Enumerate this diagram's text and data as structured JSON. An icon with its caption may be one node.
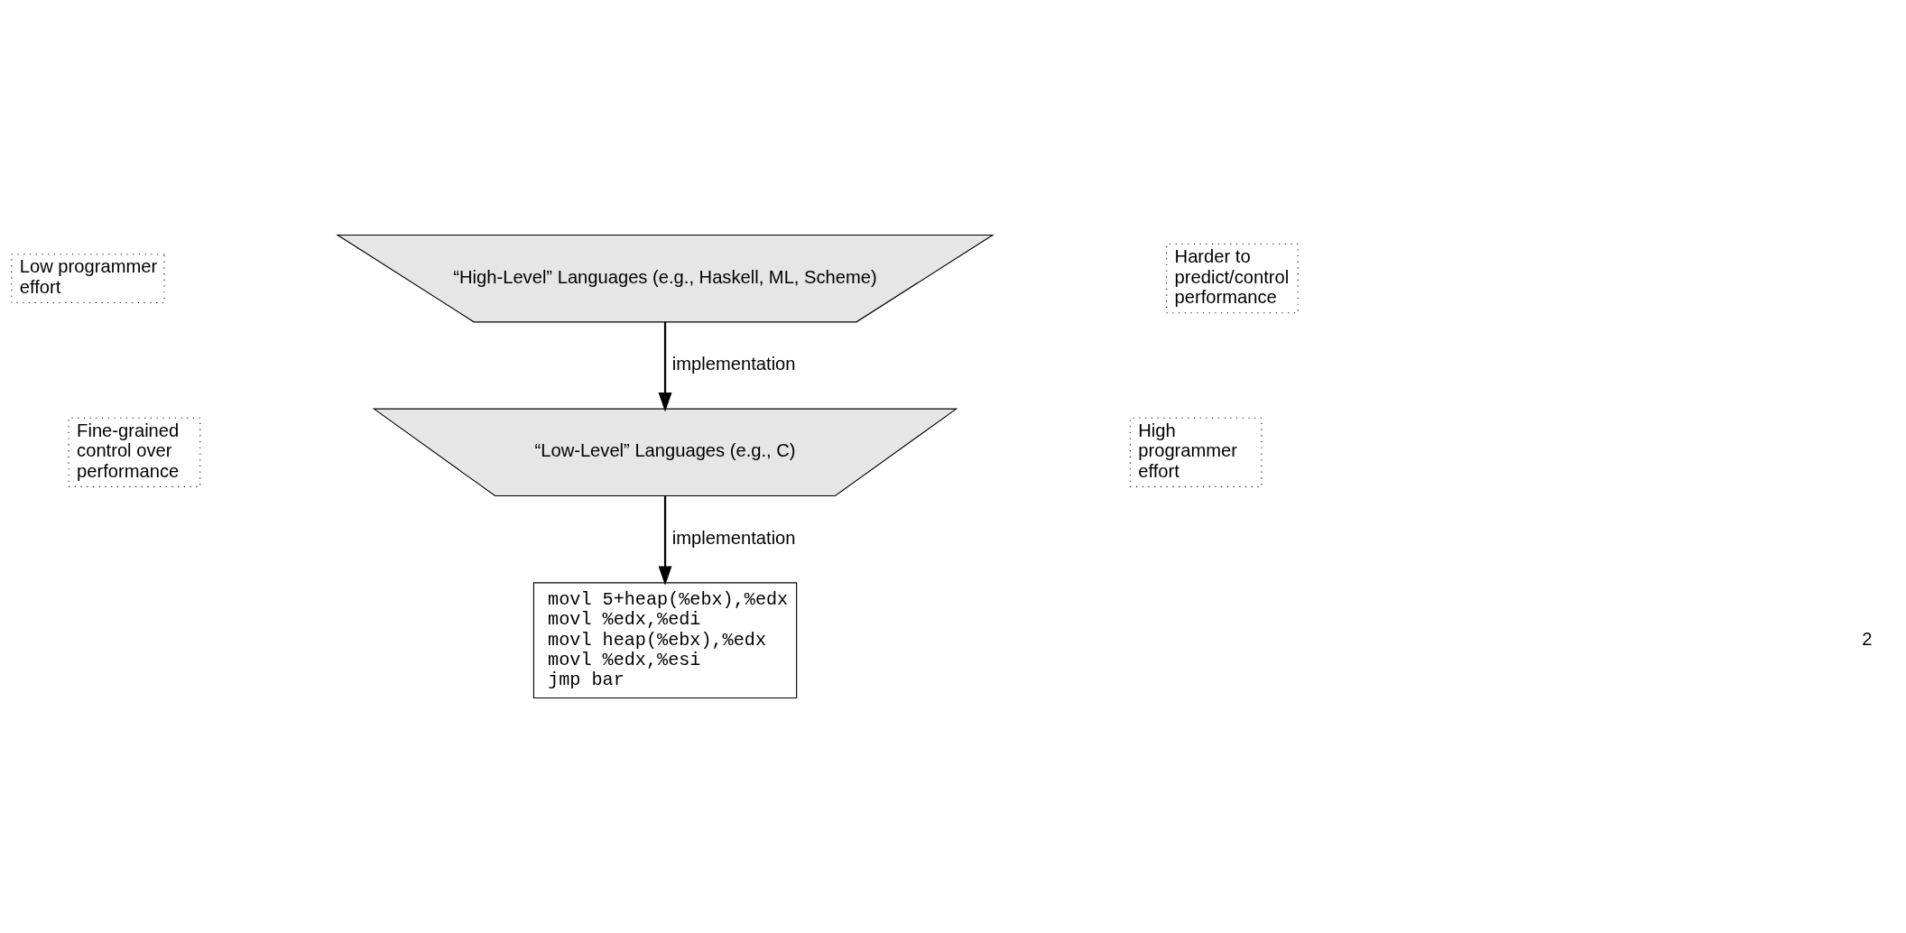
{
  "diagram": {
    "nodes": [
      {
        "text": [
          "“High-Level” Languages (e.g., Haskell, ML, Scheme)"
        ]
      },
      {
        "text": [
          "Low programmer effort"
        ]
      },
      {
        "text": [
          "Harder to predict/control performance"
        ]
      },
      {
        "text": [
          "“Low-Level” Languages (e.g., C)"
        ]
      },
      {
        "text": [
          "Fine-grained control over performance"
        ]
      },
      {
        "text": [
          "High programmer effort"
        ]
      },
      {
        "text": [
          "movl 5+heap(%ebx),%edx",
          "movl %edx,%edi",
          "movl heap(%ebx),%edx",
          "movl %edx,%esi",
          "jmp bar"
        ]
      }
    ],
    "edges": [
      {
        "from": 0,
        "to": 3,
        "arrow": "to",
        "label": "implementation"
      },
      {
        "from": 3,
        "to": 6,
        "arrow": "to",
        "label": "implementation"
      }
    ],
    "labels": [
      "2"
    ]
  }
}
